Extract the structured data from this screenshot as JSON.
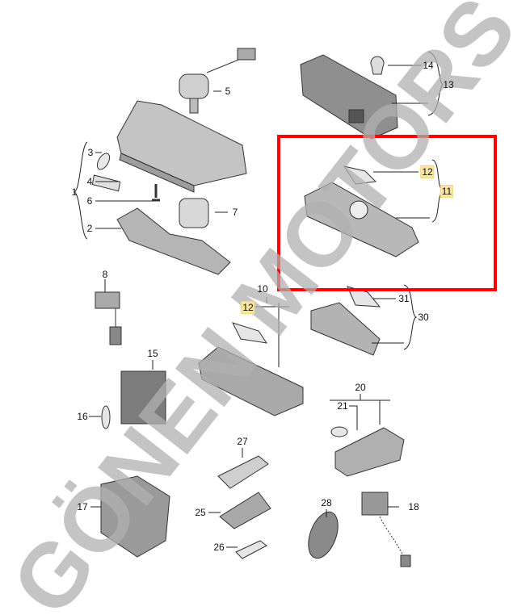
{
  "watermark": "GÖNEN MOTORS",
  "highlight_color": "#ff0000",
  "label_highlight_color": "#fbe6a0",
  "callouts": {
    "c1": "1",
    "c2": "2",
    "c3": "3",
    "c4": "4",
    "c5": "5",
    "c6": "6",
    "c7": "7",
    "c8": "8",
    "c10": "10",
    "c11": "11",
    "c12a": "12",
    "c12b": "12",
    "c13": "13",
    "c14": "14",
    "c15": "15",
    "c16": "16",
    "c17": "17",
    "c18": "18",
    "c20": "20",
    "c21": "21",
    "c25": "25",
    "c26": "26",
    "c27": "27",
    "c28": "28",
    "c30": "30",
    "c31": "31"
  }
}
